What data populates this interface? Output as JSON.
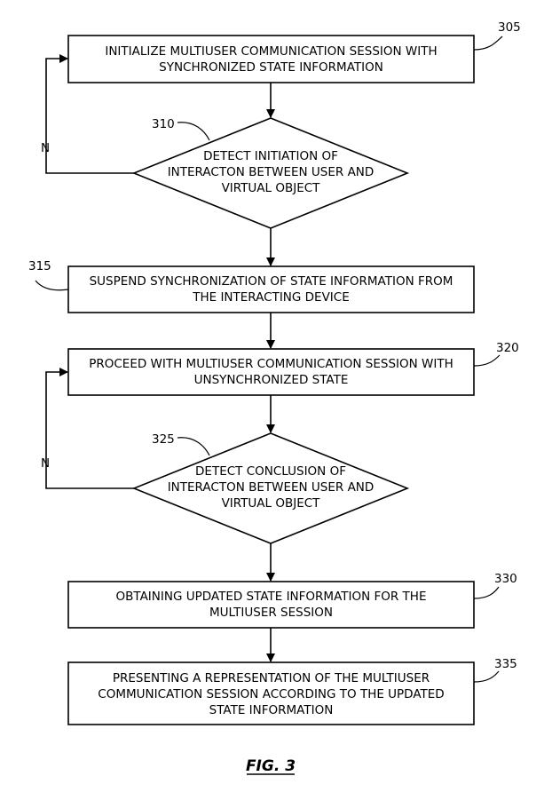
{
  "nodes": {
    "n305": {
      "ref": "305",
      "lines": [
        "INITIALIZE MULTIUSER COMMUNICATION SESSION WITH",
        "SYNCHRONIZED STATE INFORMATION"
      ]
    },
    "n310": {
      "ref": "310",
      "lines": [
        "DETECT INITIATION OF",
        "INTERACTON BETWEEN USER AND",
        "VIRTUAL OBJECT"
      ]
    },
    "n315": {
      "ref": "315",
      "lines": [
        "SUSPEND SYNCHRONIZATION OF STATE INFORMATION FROM",
        "THE INTERACTING DEVICE"
      ]
    },
    "n320": {
      "ref": "320",
      "lines": [
        "PROCEED WITH MULTIUSER COMMUNICATION SESSION WITH",
        "UNSYNCHRONIZED STATE"
      ]
    },
    "n325": {
      "ref": "325",
      "lines": [
        "DETECT CONCLUSION OF",
        "INTERACTON BETWEEN USER AND",
        "VIRTUAL OBJECT"
      ]
    },
    "n330": {
      "ref": "330",
      "lines": [
        "OBTAINING UPDATED STATE INFORMATION FOR THE",
        "MULTIUSER SESSION"
      ]
    },
    "n335": {
      "ref": "335",
      "lines": [
        "PRESENTING A REPRESENTATION OF THE MULTIUSER",
        "COMMUNICATION SESSION ACCORDING TO THE UPDATED",
        "STATE INFORMATION"
      ]
    }
  },
  "edge_labels": {
    "loop1": "N",
    "loop2": "N"
  },
  "figure_label": "FIG. 3"
}
